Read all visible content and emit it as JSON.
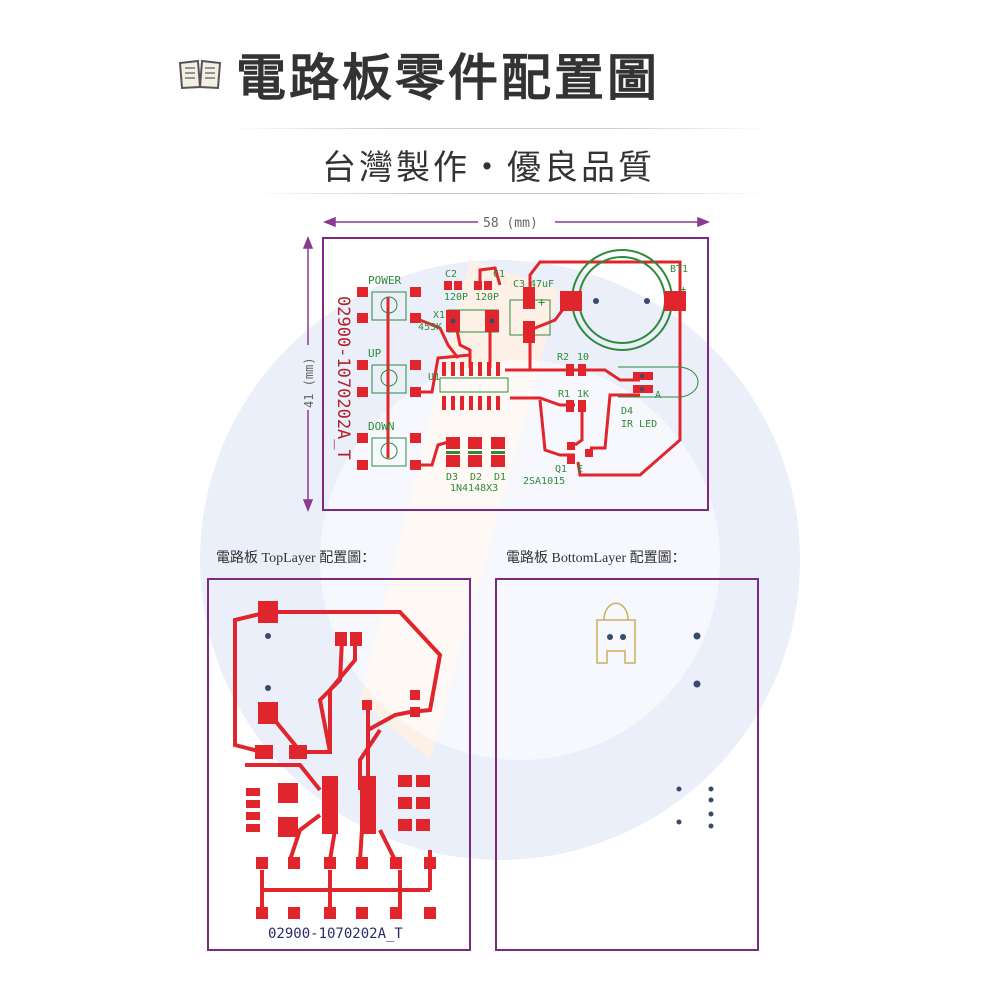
{
  "header": {
    "title": "電路板零件配置圖",
    "icon": "open-book-icon",
    "subtitle": "台灣製作・優良品質"
  },
  "colors": {
    "copper": "#e0252c",
    "silkscreen": "#2e8b3a",
    "outline": "#7a2a82",
    "dimension": "#8a3b8f",
    "drill": "#3a4a6a"
  },
  "assembly": {
    "width_label": "58 (mm)",
    "height_label": "41 (mm)",
    "board_id": "02900-1070202A_T",
    "labels": {
      "power": "POWER",
      "up": "UP",
      "down": "DOWN",
      "c2": "C2",
      "c1": "C1",
      "c2_val": "120P",
      "c1_val": "120P",
      "c3": "C3",
      "c3_val": "47uF",
      "plus": "+",
      "bt1": "BT1",
      "bt_plus": "+",
      "x1": "X1",
      "x1_val": "455K",
      "u1": "U1",
      "r2": "R2",
      "r2_val": "10",
      "r1": "R1",
      "r1_val": "1K",
      "d4": "D4",
      "d4_val": "IR LED",
      "anode": "A",
      "d3": "D3",
      "d2": "D2",
      "d1": "D1",
      "diodes_val": "1N4148X3",
      "q1": "Q1",
      "emitter": "E",
      "q1_val": "2SA1015"
    }
  },
  "top_layer": {
    "caption": "電路板 TopLayer 配置圖：",
    "board_id": "02900-1070202A_T"
  },
  "bottom_layer": {
    "caption": "電路板 BottomLayer 配置圖："
  }
}
